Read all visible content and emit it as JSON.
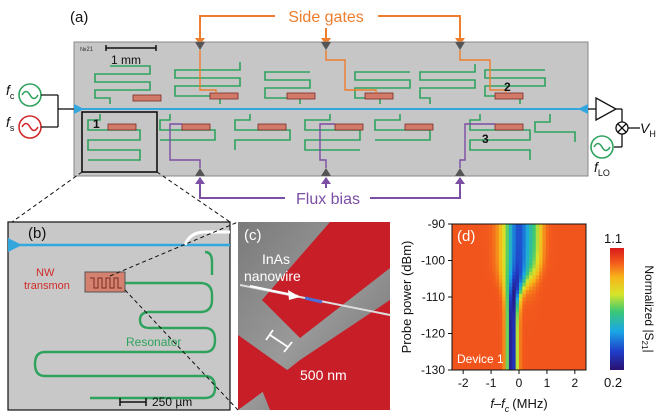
{
  "panel_a": {
    "label": "(a)",
    "side_gates_label": "Side gates",
    "flux_bias_label": "Flux bias",
    "scale_label": "1 mm",
    "device_numbers": [
      "1",
      "2",
      "3"
    ],
    "chip_tag": "№21",
    "fc_label": "f",
    "fc_sub": "c",
    "fs_label": "f",
    "fs_sub": "s",
    "flo_label": "f",
    "flo_sub": "LO",
    "vh_label": "V",
    "vh_sub": "H"
  },
  "panel_b": {
    "label": "(b)",
    "nw_label_1": "NW",
    "nw_label_2": "transmon",
    "resonator_label": "Resonator",
    "scale_label": "250 µm"
  },
  "panel_c": {
    "label": "(c)",
    "inas_label_1": "InAs",
    "inas_label_2": "nanowire",
    "scale_label": "500 nm"
  },
  "colors": {
    "orange": "#ee7d2d",
    "purple": "#7b4fa4",
    "resonator_green": "#2fa35e",
    "feedline_blue": "#33a6dd",
    "gate_red": "#d12a2a",
    "chip_gray": "#c6c6c6"
  },
  "chart_data": {
    "type": "heatmap",
    "label": "(d)",
    "annotation": "Device 1",
    "xlabel": "f–f",
    "xlabel_sub": "c",
    "xlabel_unit": "(MHz)",
    "ylabel": "Probe power (dBm)",
    "xlim": [
      -2.4,
      2.4
    ],
    "ylim": [
      -130,
      -90
    ],
    "x_ticks": [
      -2,
      -1,
      0,
      1,
      2
    ],
    "y_ticks": [
      -90,
      -100,
      -110,
      -120,
      -130
    ],
    "colorbar": {
      "label_prefix": "Normalized |S",
      "label_sub": "21",
      "label_suffix": "|",
      "max_label": "1.1",
      "min_label": "0.2",
      "range": [
        0.2,
        1.1
      ]
    },
    "dip_model": {
      "high_power_center_mhz": 0.0,
      "low_power_center_mhz": -0.25,
      "transition_power_dbm": -106,
      "split_peak_offset_mhz": 0.6,
      "depth_min": 0.2,
      "background": 1.0
    }
  }
}
